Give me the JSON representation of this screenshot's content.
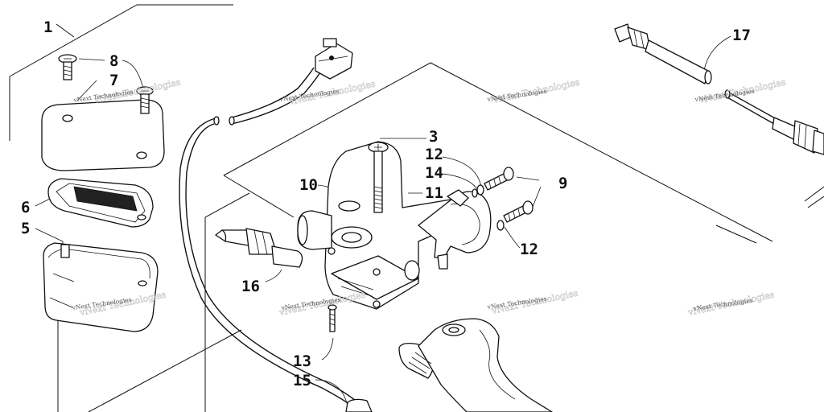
{
  "watermark": "vNext Technologies",
  "callouts": [
    {
      "id": "c1",
      "label": "1"
    },
    {
      "id": "c3",
      "label": "3"
    },
    {
      "id": "c5",
      "label": "5"
    },
    {
      "id": "c6",
      "label": "6"
    },
    {
      "id": "c7",
      "label": "7"
    },
    {
      "id": "c8",
      "label": "8"
    },
    {
      "id": "c9",
      "label": "9"
    },
    {
      "id": "c10",
      "label": "10"
    },
    {
      "id": "c11",
      "label": "11"
    },
    {
      "id": "c12a",
      "label": "12"
    },
    {
      "id": "c12b",
      "label": "12"
    },
    {
      "id": "c13",
      "label": "13"
    },
    {
      "id": "c14",
      "label": "14"
    },
    {
      "id": "c15",
      "label": "15"
    },
    {
      "id": "c16",
      "label": "16"
    },
    {
      "id": "c17",
      "label": "17"
    }
  ],
  "colors": {
    "ink": "#111111",
    "watermark": "#555555",
    "paper": "#ffffff"
  }
}
